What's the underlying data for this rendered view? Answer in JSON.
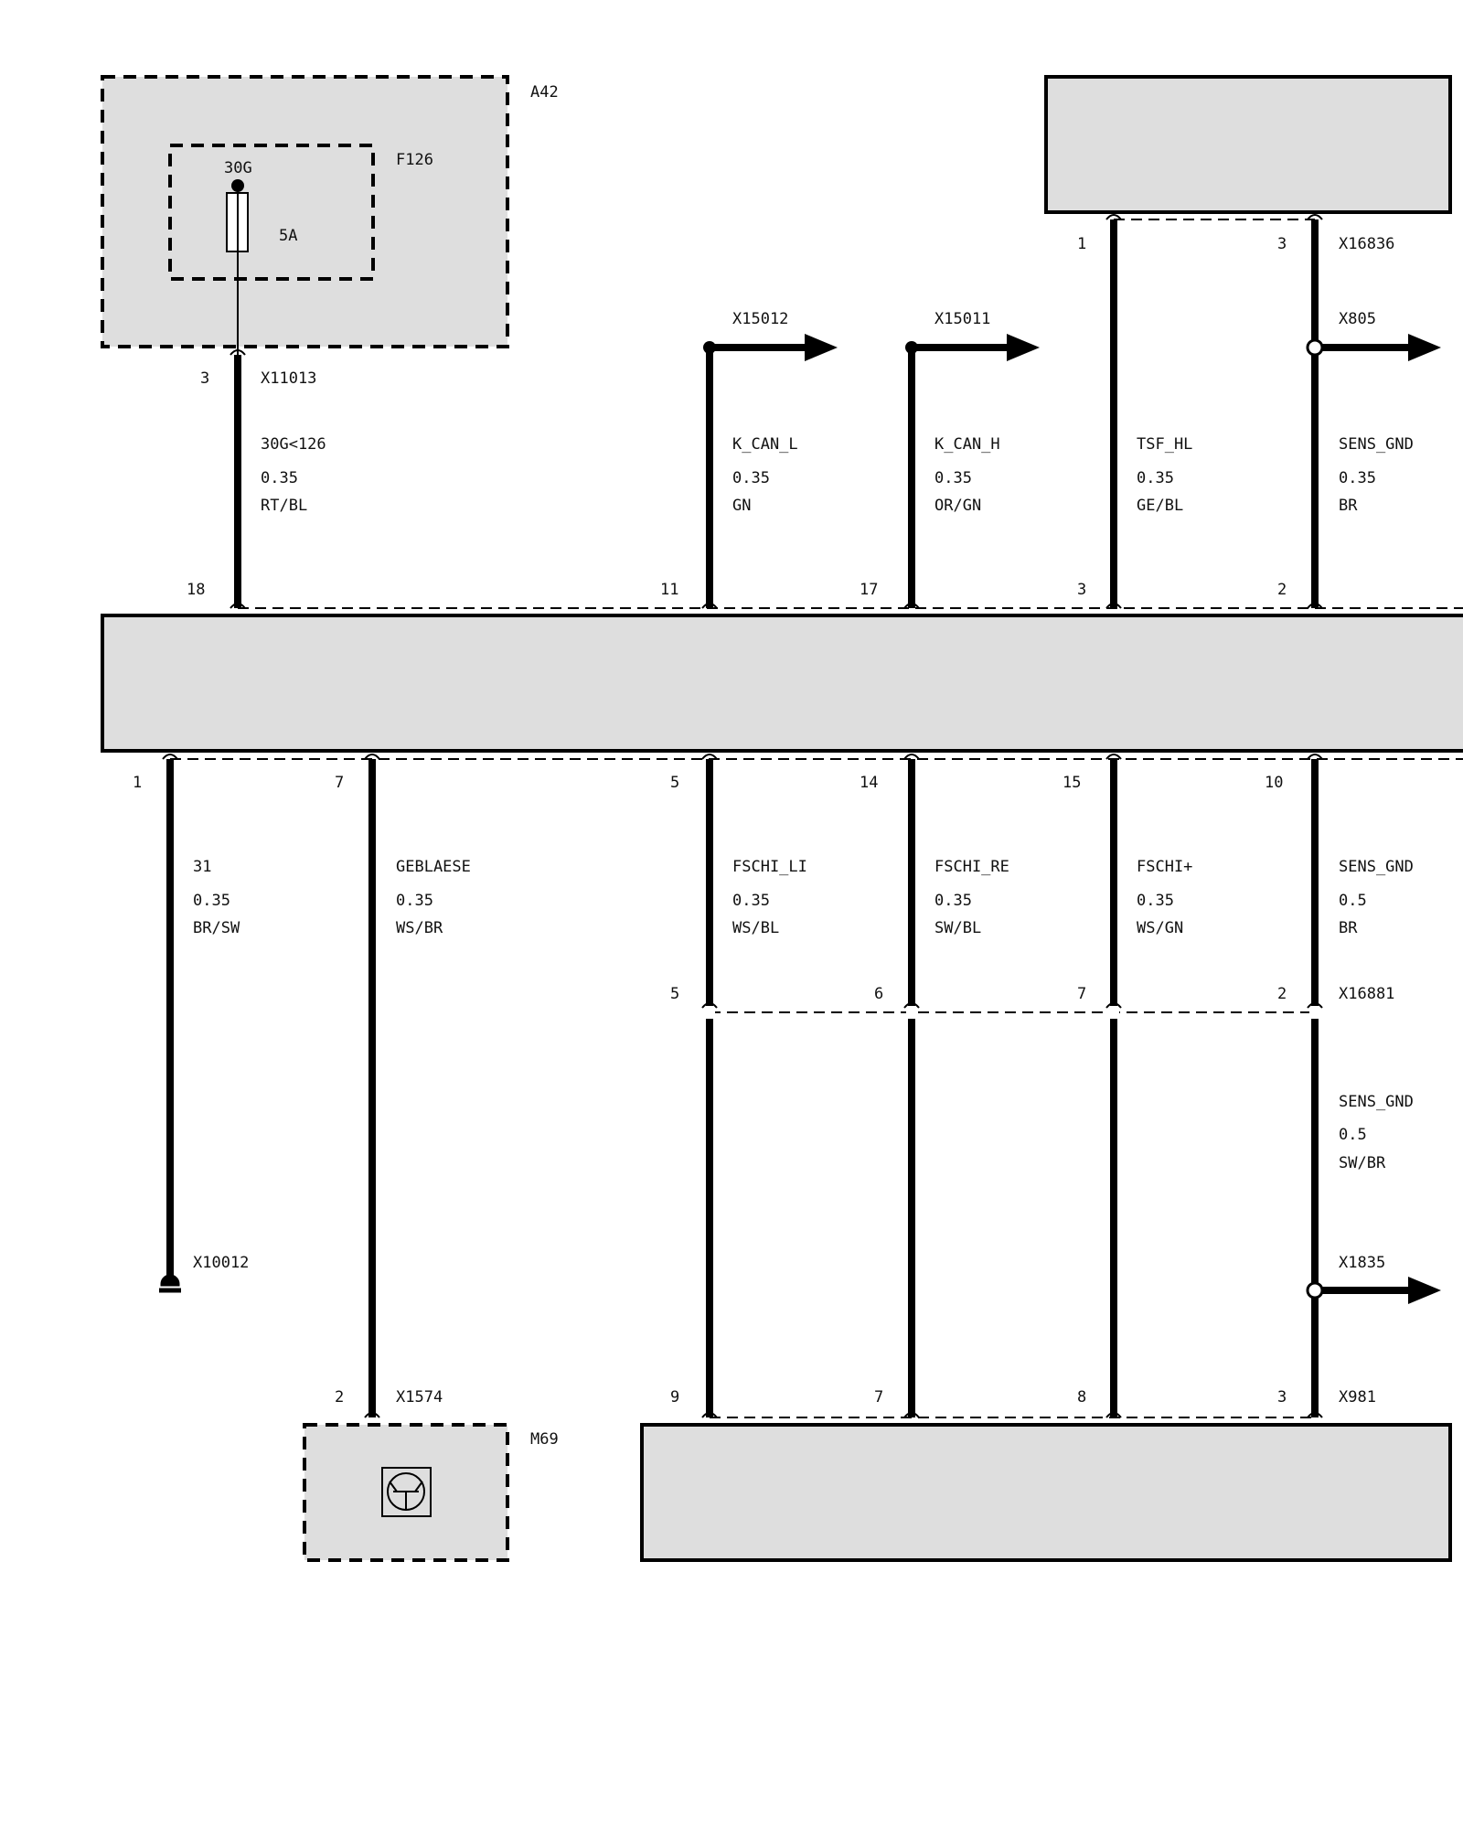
{
  "components": {
    "a42": {
      "label": "A42"
    },
    "f126": {
      "label": "F126",
      "terminal": "30G",
      "rating": "5A"
    },
    "m69": {
      "label": "M69"
    }
  },
  "connectors": {
    "x11013": {
      "label": "X11013",
      "pin": "3"
    },
    "x16836": {
      "label": "X16836",
      "pins": [
        "1",
        "3"
      ]
    },
    "x15012": {
      "label": "X15012"
    },
    "x15011": {
      "label": "X15011"
    },
    "x805": {
      "label": "X805"
    },
    "x16881": {
      "label": "X16881",
      "pins": [
        "5",
        "6",
        "7",
        "2"
      ]
    },
    "x10012": {
      "label": "X10012"
    },
    "x1835": {
      "label": "X1835"
    },
    "x1574": {
      "label": "X1574",
      "pin": "2"
    },
    "x981": {
      "label": "X981",
      "pins": [
        "9",
        "7",
        "8",
        "3"
      ]
    }
  },
  "module_top_pins": [
    "18",
    "11",
    "17",
    "3",
    "2"
  ],
  "module_bottom_pins": [
    "1",
    "7",
    "5",
    "14",
    "15",
    "10"
  ],
  "wires_upper": [
    {
      "signal": "30G<126",
      "gauge": "0.35",
      "color": "RT/BL"
    },
    {
      "signal": "K_CAN_L",
      "gauge": "0.35",
      "color": "GN"
    },
    {
      "signal": "K_CAN_H",
      "gauge": "0.35",
      "color": "OR/GN"
    },
    {
      "signal": "TSF_HL",
      "gauge": "0.35",
      "color": "GE/BL"
    },
    {
      "signal": "SENS_GND",
      "gauge": "0.35",
      "color": "BR"
    }
  ],
  "wires_lower": [
    {
      "signal": "31",
      "gauge": "0.35",
      "color": "BR/SW"
    },
    {
      "signal": "GEBLAESE",
      "gauge": "0.35",
      "color": "WS/BR"
    },
    {
      "signal": "FSCHI_LI",
      "gauge": "0.35",
      "color": "WS/BL"
    },
    {
      "signal": "FSCHI_RE",
      "gauge": "0.35",
      "color": "SW/BL"
    },
    {
      "signal": "FSCHI+",
      "gauge": "0.35",
      "color": "WS/GN"
    },
    {
      "signal": "SENS_GND",
      "gauge": "0.5",
      "color": "BR"
    }
  ],
  "wire_sens_gnd_lower": {
    "signal": "SENS_GND",
    "gauge": "0.5",
    "color": "SW/BR"
  }
}
